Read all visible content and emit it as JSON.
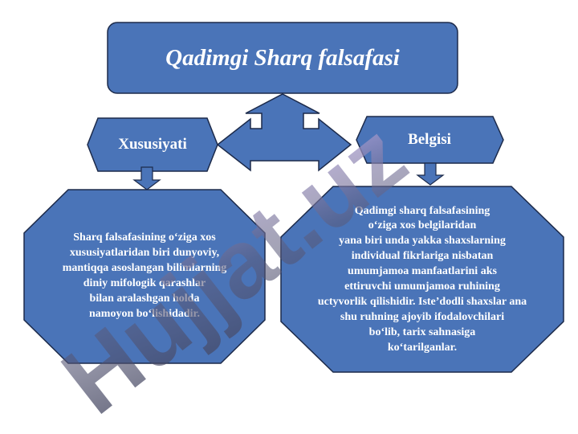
{
  "title": "Qadimgi Sharq falsafasi",
  "left_heading": "Xususiyati",
  "right_heading": "Belgisi",
  "left_text": "Sharq falsafasining o‘ziga xos\nxususiyatlaridan biri dunyoviy,\nmantiqqa asoslangan bilimlarning\ndiniy mifologik qarashlar\nbilan aralashgan holda\nnamoyon bo‘lishidadir.",
  "right_text": "Qadimgi sharq falsafasining\no‘ziga xos belgilaridan\nyana biri unda yakka shaxslarning\nindividual fikrlariga nisbatan\numumjamoa manfaatlarini aks\nettiruvchi umumjamoa ruhining\nuctyvorlik qilishidir. Iste’dodli shaxslar ana\nshu ruhning ajoyib ifodalovchilari\nbo‘lib, tarix sahnasiga\nko‘tarilganlar.",
  "watermark": "Hujjat.uz",
  "colors": {
    "box_fill": "#4a74b8",
    "box_stroke": "#1c2a4a",
    "watermark": "#c8b6f0",
    "watermark_dark": "#3c3f58"
  }
}
